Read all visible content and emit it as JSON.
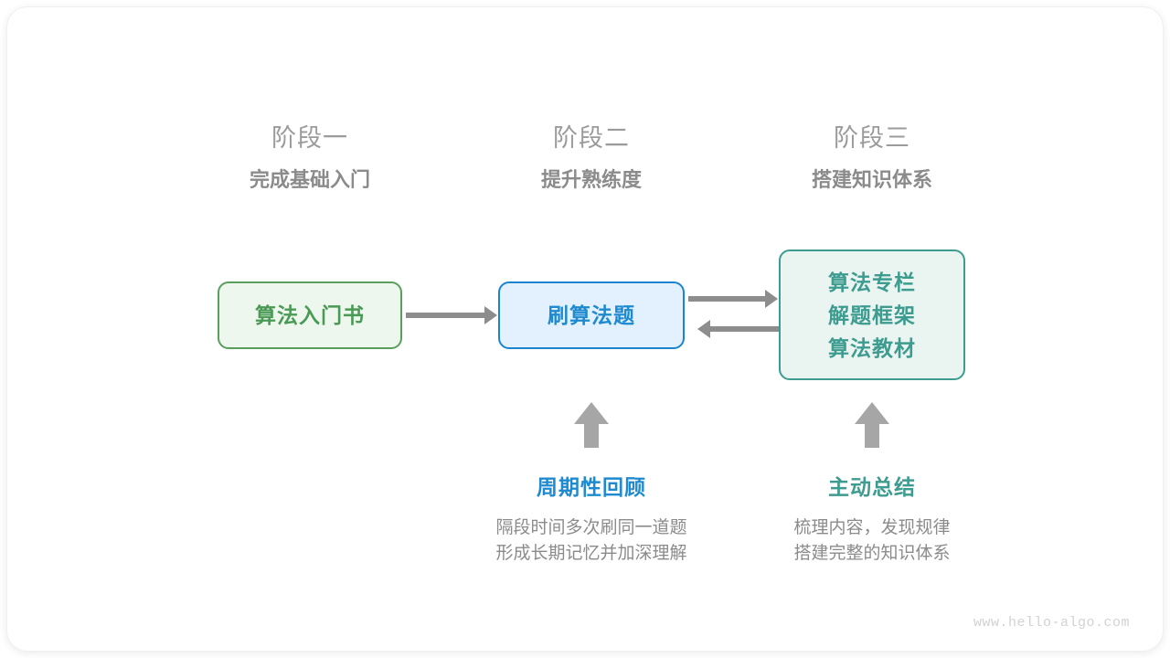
{
  "diagram": {
    "type": "flow",
    "stages": [
      {
        "title": "阶段一",
        "subtitle": "完成基础入门"
      },
      {
        "title": "阶段二",
        "subtitle": "提升熟练度"
      },
      {
        "title": "阶段三",
        "subtitle": "搭建知识体系"
      }
    ],
    "nodes": [
      {
        "id": "book",
        "label": "算法入门书",
        "color": "#4a9a55",
        "border": "#5a9e5e",
        "fill": "#eef7ee"
      },
      {
        "id": "practice",
        "label": "刷算法题",
        "color": "#1f8ad0",
        "border": "#1a84cf",
        "fill": "#e2f1fd"
      },
      {
        "id": "resources",
        "lines": [
          "算法专栏",
          "解题框架",
          "算法教材"
        ],
        "color": "#3d9c8f",
        "border": "#3d9c8f",
        "fill": "#eaf5f2"
      }
    ],
    "annotations": [
      {
        "id": "review",
        "title": "周期性回顾",
        "color": "#1f8ad0",
        "desc_line1": "隔段时间多次刷同一道题",
        "desc_line2": "形成长期记忆并加深理解"
      },
      {
        "id": "summary",
        "title": "主动总结",
        "color": "#3d9c8f",
        "desc_line1": "梳理内容，发现规律",
        "desc_line2": "搭建完整的知识体系"
      }
    ],
    "arrow_color": "#8d8d8d",
    "up_arrow_color": "#a6a6a6"
  },
  "watermark": "www.hello-algo.com"
}
